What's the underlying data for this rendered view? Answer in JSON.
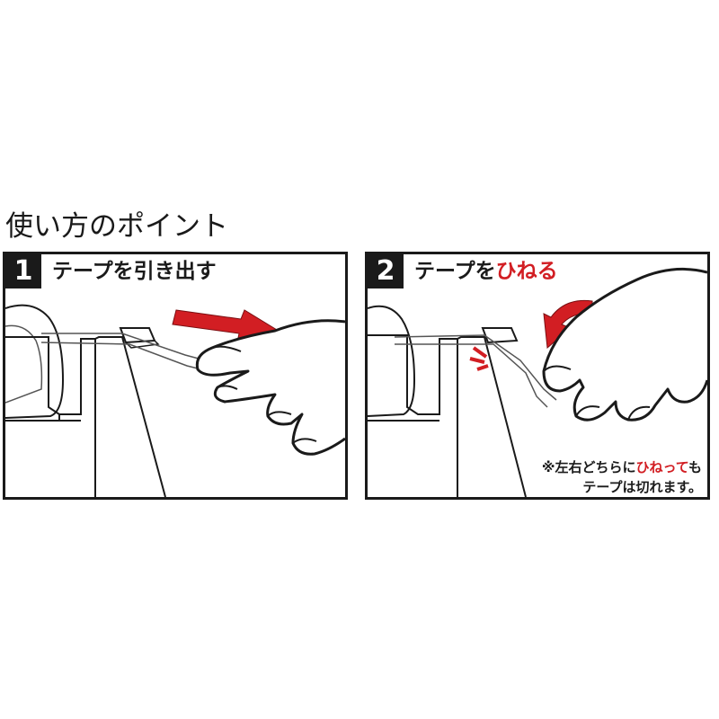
{
  "title": "使い方のポイント",
  "accent_color": "#d21e23",
  "steps": [
    {
      "number": "1",
      "text": "テープを引き出す"
    },
    {
      "number": "2",
      "text_before": "テープを",
      "text_accent": "ひねる",
      "note_prefix": "※左右どちらに",
      "note_accent": "ひねって",
      "note_suffix": "も",
      "note_line2": "テープは切れます。"
    }
  ]
}
